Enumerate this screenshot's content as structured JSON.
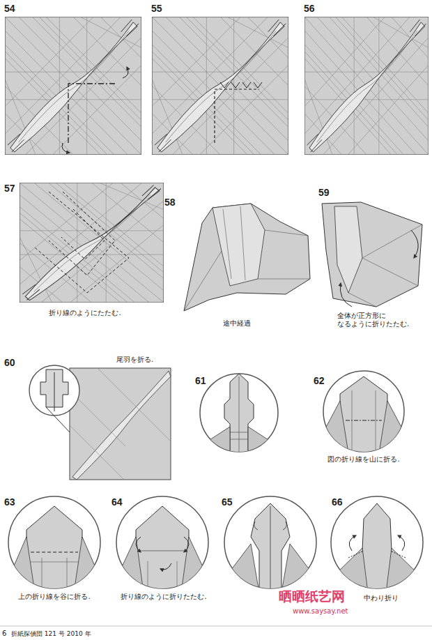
{
  "diagram": {
    "labels": [
      "54",
      "55",
      "56",
      "57",
      "折り線のようにたたむ.",
      "58",
      "途中経過",
      "59",
      "全体が正方形に なるように折りたたむ.",
      "60",
      "尾羽を折る.",
      "61",
      "62",
      "図の折り線を山に折る.",
      "63",
      "64",
      "65",
      "66",
      "上の折り線を谷に折る.",
      "折り線のように折りたたむ.",
      "中わり折り",
      "晒晒纸艺网",
      "www.saysay.net",
      "6",
      "折紙探偵団 121 号 2010 年"
    ]
  }
}
